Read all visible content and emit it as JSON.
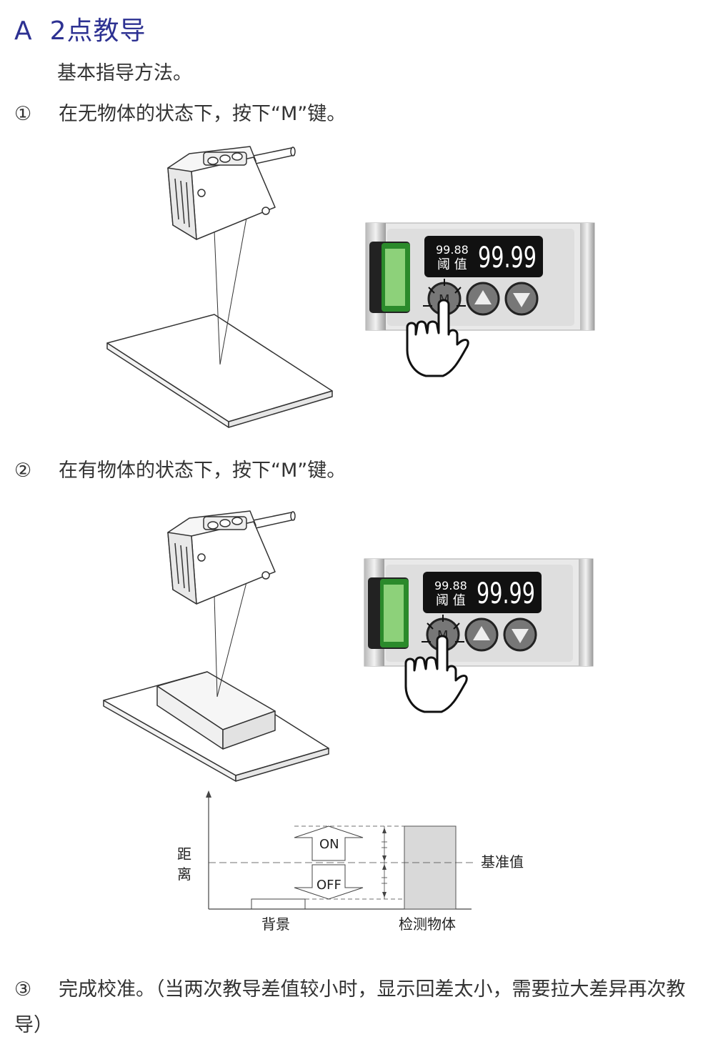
{
  "title": {
    "letter": "A",
    "text": "2点教导"
  },
  "intro": "基本指导方法。",
  "steps": [
    {
      "num": "①",
      "text": "在无物体的状态下，按下“M”键。"
    },
    {
      "num": "②",
      "text": "在有物体的状态下，按下“M”键。"
    },
    {
      "num": "③",
      "text": "完成校准。（当两次教导差值较小时，显示回差太小，需要拉大差异再次教导）"
    }
  ],
  "panel": {
    "small_value": "99.88",
    "small_label": "阈 值",
    "big_value": "99.99",
    "m_key": "M"
  },
  "diagram": {
    "y_axis_label_1": "距",
    "y_axis_label_2": "离",
    "on_label": "ON",
    "off_label": "OFF",
    "reference_label": "基准值",
    "background_label": "背景",
    "object_label": "检测物体"
  },
  "colors": {
    "title": "#2d3192",
    "led": "#8dd17a",
    "led_border": "#2b8a2b",
    "display": "#111111"
  }
}
